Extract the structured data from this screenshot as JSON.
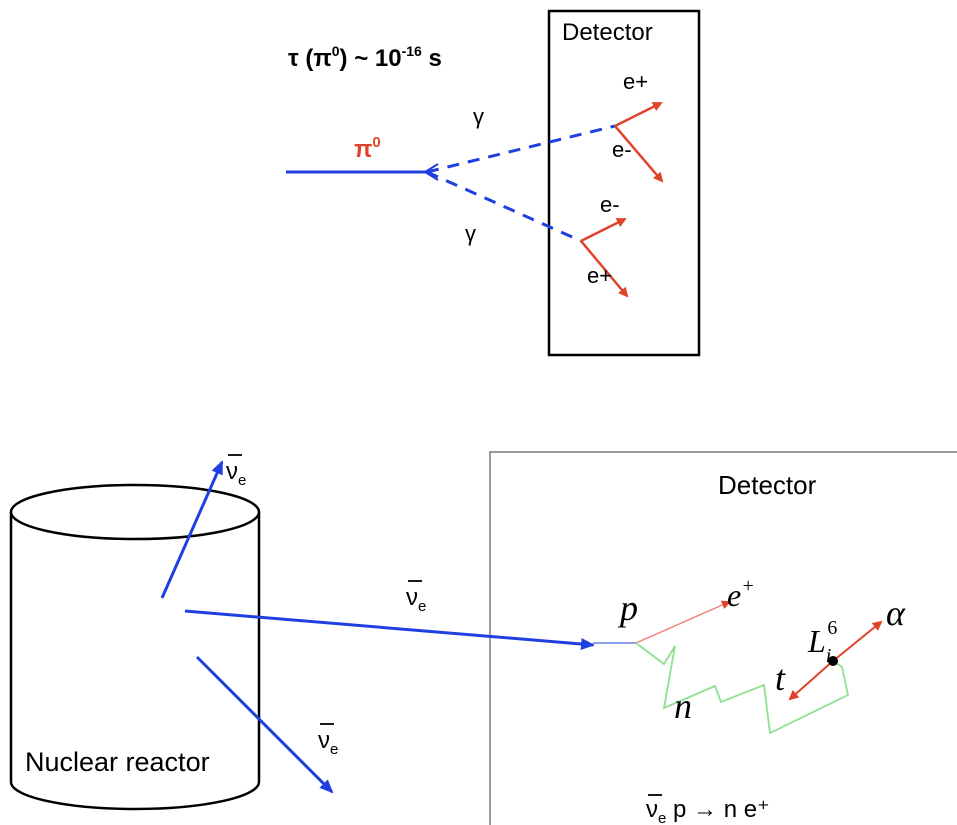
{
  "top": {
    "formula": {
      "prefix": "τ (π",
      "sup1": "0",
      "mid": ") ~  10",
      "sup2": "-16",
      "suffix": " s"
    },
    "detector_label": "Detector",
    "pion_label": {
      "base": "π",
      "sup": "0"
    },
    "gamma_upper": "γ",
    "gamma_lower": "γ",
    "e_plus_upper": "e+",
    "e_minus_upper": "e-",
    "e_minus_lower": "e-",
    "e_plus_lower": "e+"
  },
  "bottom": {
    "reactor_label": "Nuclear reactor",
    "detector_label": "Detector",
    "nu_label": {
      "base": "ν",
      "sub": "e"
    },
    "p_label": "p",
    "n_label": "n",
    "t_label": "t",
    "alpha_label": "α",
    "positron_label": {
      "base": "e",
      "sup": "+"
    },
    "lithium_label": {
      "base": "L",
      "sub": "i",
      "sup": "6"
    },
    "reaction": {
      "nu": "ν",
      "nu_sub": "e",
      "rest": "  p → n e⁺"
    }
  },
  "colors": {
    "blue": "#1f3fe0",
    "red": "#e0432a",
    "green": "#8fe08f",
    "pink": "#f08080",
    "black": "#000000"
  }
}
